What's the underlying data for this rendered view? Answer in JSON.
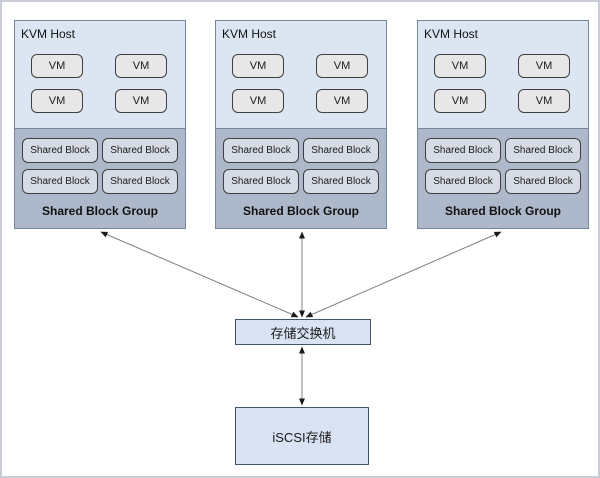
{
  "diagram": {
    "hosts": [
      {
        "title": "KVM Host",
        "vms": [
          "VM",
          "VM",
          "VM",
          "VM"
        ],
        "blocks": [
          "Shared Block",
          "Shared Block",
          "Shared Block",
          "Shared Block"
        ],
        "group_label": "Shared Block Group"
      },
      {
        "title": "KVM Host",
        "vms": [
          "VM",
          "VM",
          "VM",
          "VM"
        ],
        "blocks": [
          "Shared Block",
          "Shared Block",
          "Shared Block",
          "Shared Block"
        ],
        "group_label": "Shared Block Group"
      },
      {
        "title": "KVM Host",
        "vms": [
          "VM",
          "VM",
          "VM",
          "VM"
        ],
        "blocks": [
          "Shared Block",
          "Shared Block",
          "Shared Block",
          "Shared Block"
        ],
        "group_label": "Shared Block Group"
      }
    ],
    "switch_label": "存储交换机",
    "storage_label": "iSCSI存储",
    "connections": [
      {
        "from": "kvm-host-1",
        "to": "storage-switch",
        "bidirectional": true
      },
      {
        "from": "kvm-host-2",
        "to": "storage-switch",
        "bidirectional": true
      },
      {
        "from": "kvm-host-3",
        "to": "storage-switch",
        "bidirectional": true
      },
      {
        "from": "storage-switch",
        "to": "iscsi-storage",
        "bidirectional": true
      }
    ]
  },
  "colors": {
    "frame_border": "#c9ced6",
    "host_fill": "#dce6f2",
    "host_border": "#76869e",
    "group_fill": "#adb9ca",
    "vm_fill": "#e7e7e7",
    "block_fill": "#d6dce5",
    "shape_border": "#3f3f3f",
    "net_fill": "#dae3f3",
    "net_border": "#44546a",
    "arrow_line": "#808080",
    "arrow_head": "#1a1a1a"
  }
}
